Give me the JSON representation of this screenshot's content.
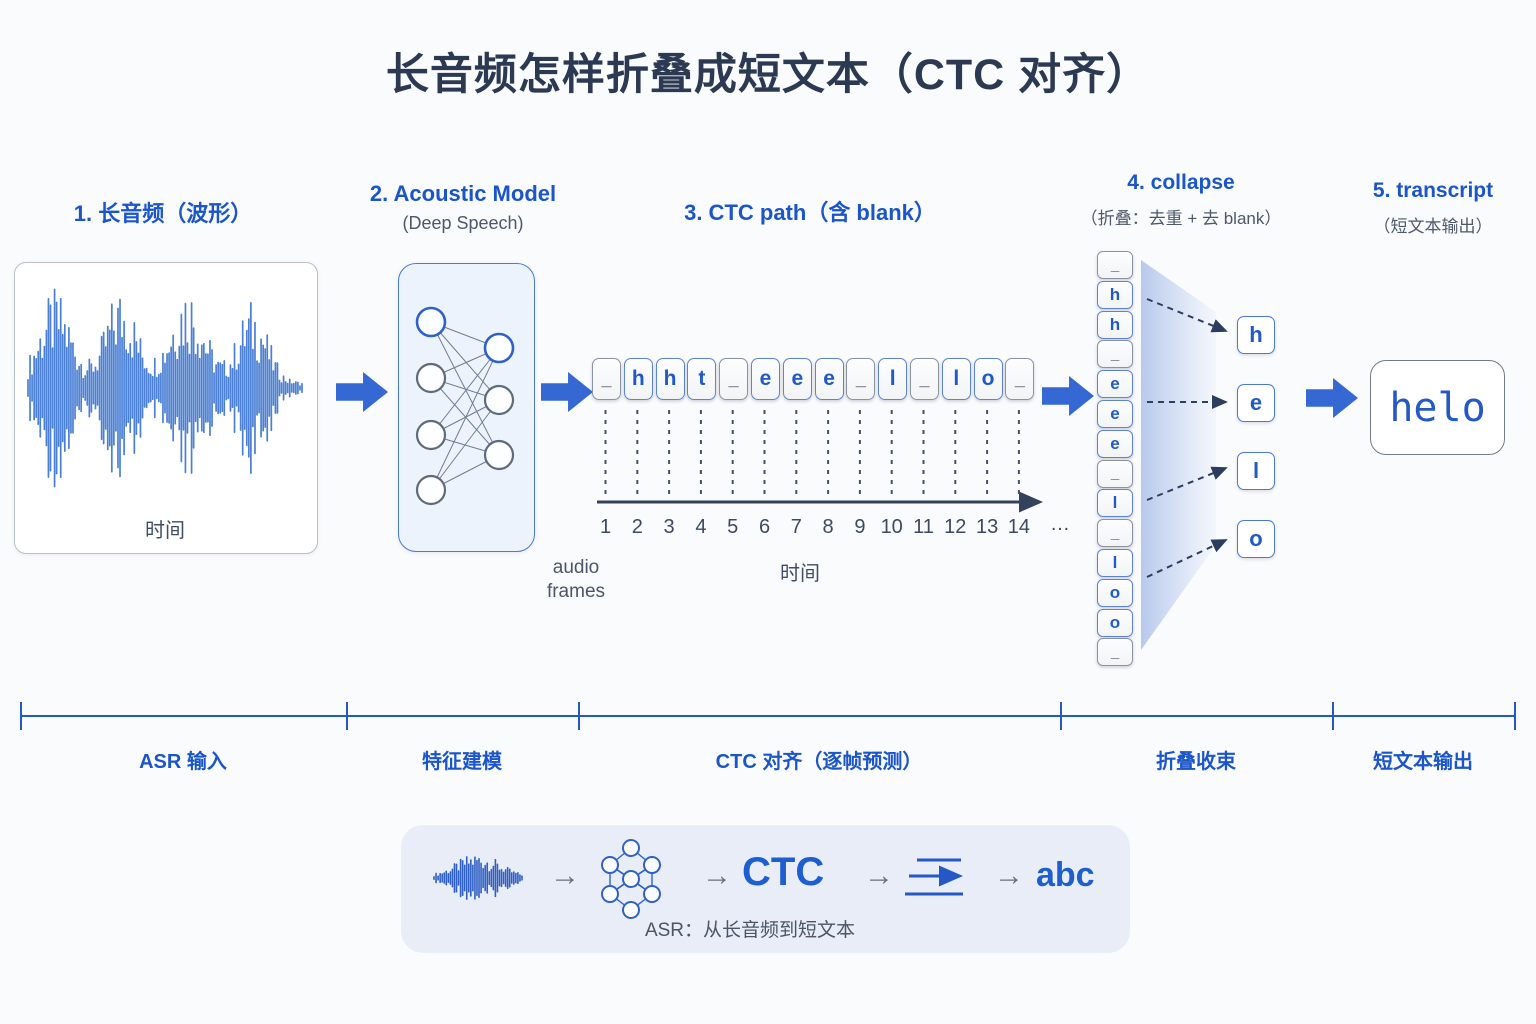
{
  "title": "长音频怎样折叠成短文本（CTC 对齐）",
  "step1": {
    "label": "1. 长音频（波形）",
    "time_label": "时间"
  },
  "step2": {
    "label": "2. Acoustic Model",
    "subtitle": "(Deep Speech)"
  },
  "step3": {
    "label": "3. CTC path（含 blank）",
    "tokens": [
      "_",
      "h",
      "h",
      "t",
      "_",
      "e",
      "e",
      "e",
      "_",
      "l",
      "_",
      "l",
      "o",
      "_"
    ],
    "frames": [
      "1",
      "2",
      "3",
      "4",
      "5",
      "6",
      "7",
      "8",
      "9",
      "10",
      "11",
      "12",
      "13",
      "14"
    ],
    "frames_ellipsis": "…",
    "axis_label_left": "audio frames",
    "axis_label_center": "时间"
  },
  "step4": {
    "label": "4. collapse",
    "subtitle": "（折叠：去重 + 去 blank）",
    "column_tokens": [
      "_",
      "h",
      "h",
      "_",
      "e",
      "e",
      "e",
      "_",
      "l",
      "_",
      "l",
      "o",
      "o",
      "_"
    ],
    "outputs": [
      "h",
      "e",
      "l",
      "o"
    ]
  },
  "step5": {
    "label": "5. transcript",
    "subtitle": "（短文本输出）",
    "transcript": "helo"
  },
  "bottom_axis": {
    "labels": [
      "ASR 输入",
      "特征建模",
      "CTC 对齐（逐帧预测）",
      "折叠收束",
      "短文本输出"
    ]
  },
  "summary": {
    "ctc": "CTC",
    "abc": "abc",
    "caption": "ASR：从长音频到短文本"
  },
  "colors": {
    "accent_blue": "#1a55c9",
    "arrow_blue": "#3568d2",
    "dark_navy": "#2b3a52",
    "gray_text": "#4d586b"
  }
}
